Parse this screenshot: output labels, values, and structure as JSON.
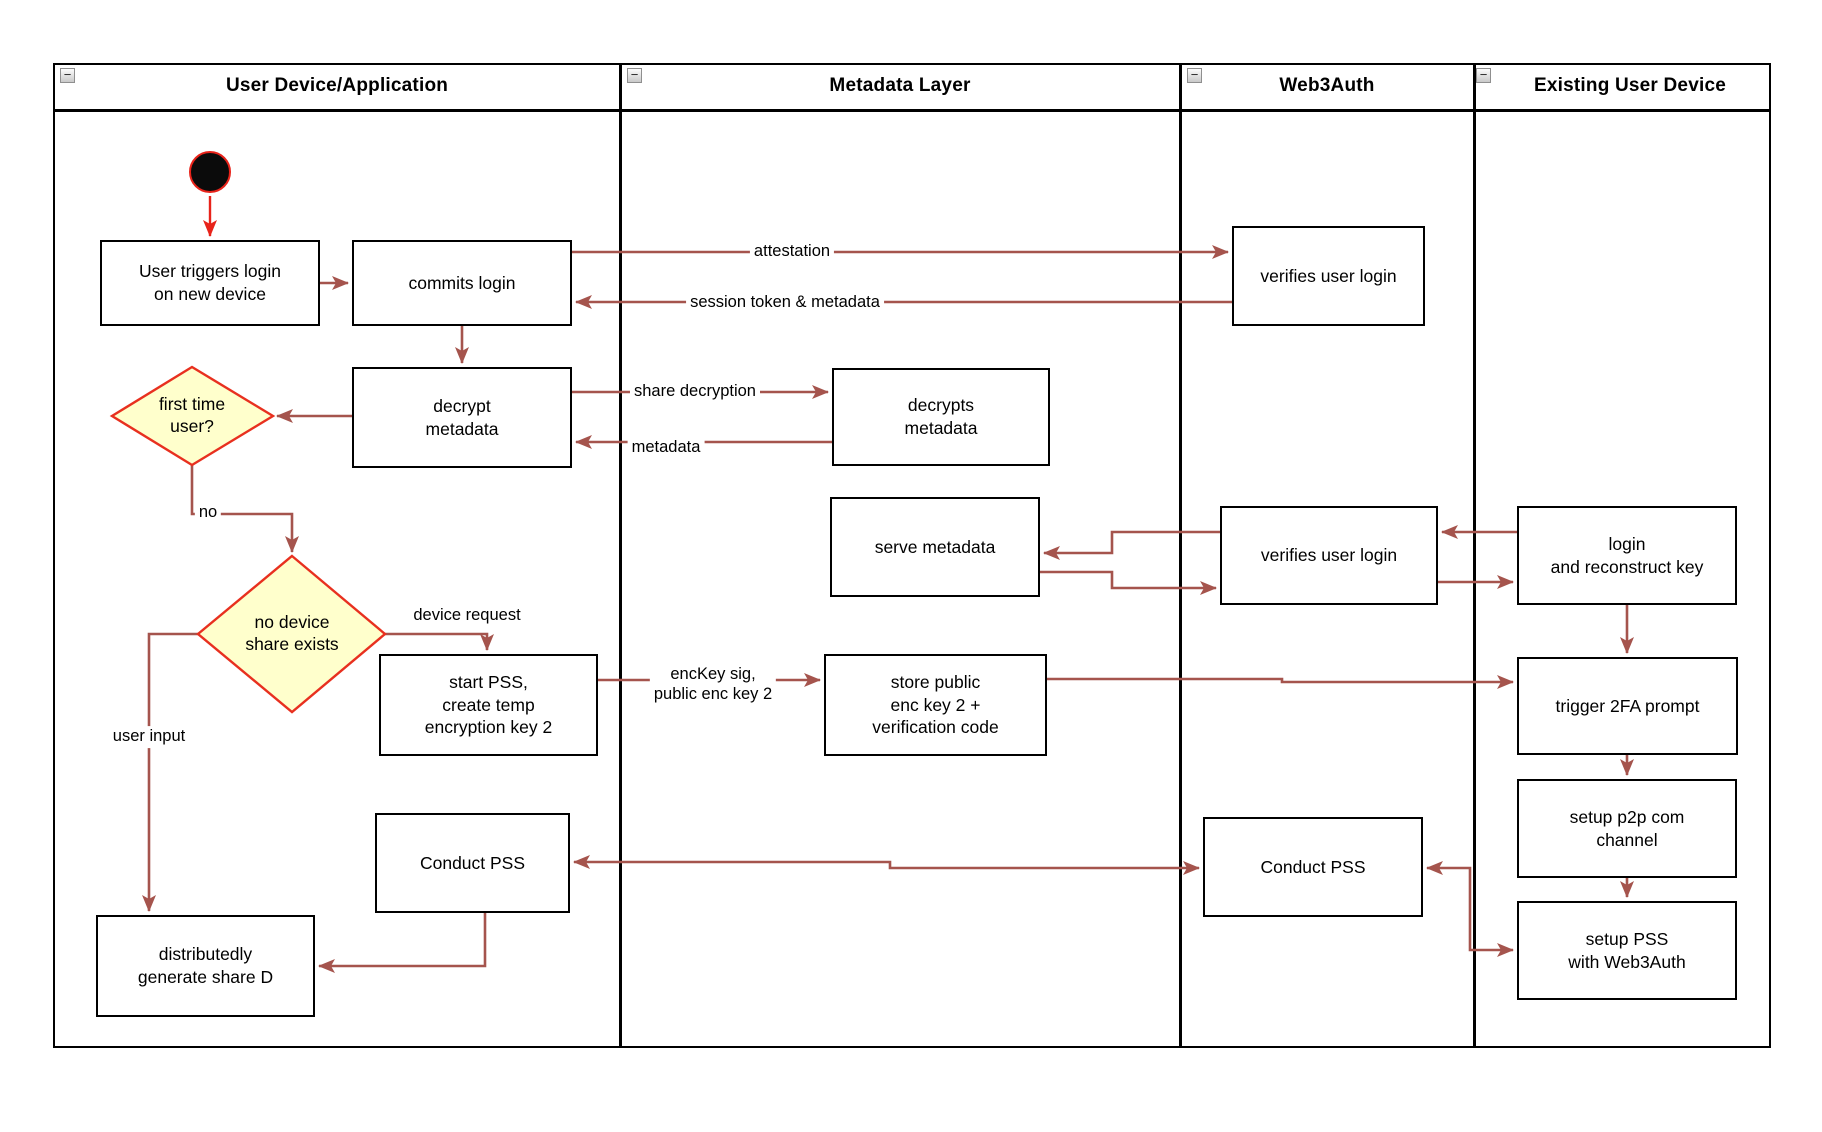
{
  "ui": {
    "collapse_glyph": "−"
  },
  "colors": {
    "arrow": "#a5544d",
    "bright_red": "#e8231a",
    "decision_fill": "#ffffcc",
    "decision_border": "#e8301f"
  },
  "lanes": [
    {
      "title": "User Device/Application"
    },
    {
      "title": "Metadata Layer"
    },
    {
      "title": "Web3Auth"
    },
    {
      "title": "Existing User Device"
    }
  ],
  "nodes": {
    "user_triggers": {
      "label": "User triggers login\non new device"
    },
    "commits_login": {
      "label": "commits login"
    },
    "decrypt_metadata": {
      "label": "decrypt\nmetadata"
    },
    "first_time_user": {
      "label": "first time\nuser?"
    },
    "no_device_share": {
      "label": "no device\nshare exists"
    },
    "start_pss": {
      "label": "start PSS,\ncreate temp\nencryption key 2"
    },
    "conduct_pss_left": {
      "label": "Conduct PSS"
    },
    "distributedly": {
      "label": "distributedly\ngenerate share D"
    },
    "decrypts_metadata": {
      "label": "decrypts\nmetadata"
    },
    "serve_metadata": {
      "label": "serve metadata"
    },
    "store_public": {
      "label": "store public\nenc key 2 +\nverification code"
    },
    "verifies_top": {
      "label": "verifies user login"
    },
    "verifies_mid": {
      "label": "verifies user login"
    },
    "conduct_pss_right": {
      "label": "Conduct PSS"
    },
    "login_reconstruct": {
      "label": "login\nand reconstruct key"
    },
    "trigger_2fa": {
      "label": "trigger 2FA prompt"
    },
    "setup_p2p": {
      "label": "setup p2p com\nchannel"
    },
    "setup_pss": {
      "label": "setup PSS\nwith Web3Auth"
    }
  },
  "edge_labels": {
    "attestation": "attestation",
    "session_token": "session token & metadata",
    "share_decryption": "share decryption",
    "metadata": "metadata",
    "no": "no",
    "device_request": "device request",
    "enc_key": "encKey sig,\npublic enc key 2",
    "user_input": "user input"
  }
}
